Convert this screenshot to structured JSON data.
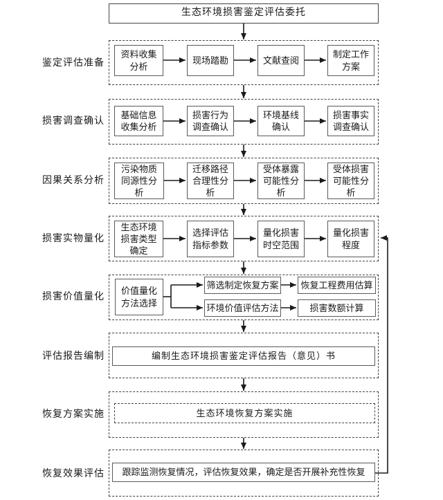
{
  "entrust_box": "生态环境损害鉴定评估委托",
  "stages": [
    {
      "label": "鉴定评估准备",
      "boxes": [
        "资料收集\n分析",
        "现场踏勘",
        "文献查阅",
        "制定工作\n方案"
      ]
    },
    {
      "label": "损害调查确认",
      "boxes": [
        "基础信息\n收集分析",
        "损害行为\n调查确认",
        "环境基线\n确认",
        "损害事实\n调查确认"
      ]
    },
    {
      "label": "因果关系分析",
      "boxes": [
        "污染物质\n同源性分\n析",
        "迁移路径\n合理性分\n析",
        "受体暴露\n可能性分\n析",
        "受体损害\n可能性分\n析"
      ]
    },
    {
      "label": "损害实物量化",
      "boxes": [
        "生态环境\n损害类型\n确定",
        "选择评估\n指标参数",
        "量化损害\n时空范围",
        "量化损害\n程度"
      ]
    },
    {
      "label": "损害价值量化",
      "boxes": [
        "价值量化\n方法选择",
        "筛选制定恢复方案",
        "环境价值评估方法",
        "恢复工程费用估算",
        "损害数额计算"
      ]
    },
    {
      "label": "评估报告编制",
      "boxes": [
        "编制生态环境损害鉴定评估报告（意见）书"
      ]
    },
    {
      "label": "恢复方案实施",
      "boxes": [
        "生态环境恢复方案实施"
      ]
    },
    {
      "label": "恢复效果评估",
      "boxes": [
        "跟踪监测恢复情况，评估恢复效果，确定是否开展补充性恢复"
      ]
    }
  ],
  "colors": {
    "line": "#1a1a1a",
    "solid_box_border": "#595959",
    "dashed_border": "#404040",
    "text": "#1a1a1a",
    "background": "#ffffff"
  }
}
